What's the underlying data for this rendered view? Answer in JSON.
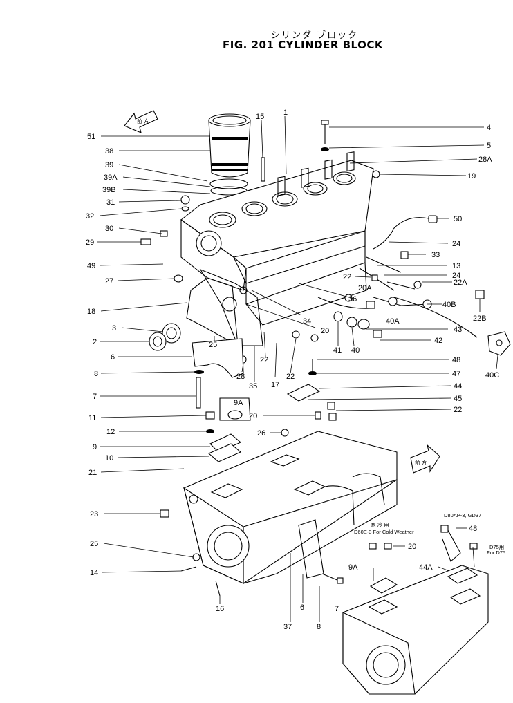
{
  "title": {
    "jp": "シリンダ ブロック",
    "en": "FIG. 201  CYLINDER  BLOCK"
  },
  "direction_marks": [
    "前 方",
    "前 方"
  ],
  "notes": {
    "cold_weather": "D60E-3 For Cold Weather",
    "cold_weather_jp": "寒 冷 用",
    "d80": "D80AP-3, GD37",
    "d75": "D75用",
    "d75_en": "For D75"
  },
  "callouts": [
    {
      "id": "c51",
      "text": "51"
    },
    {
      "id": "c38",
      "text": "38"
    },
    {
      "id": "c39",
      "text": "39"
    },
    {
      "id": "c39a",
      "text": "39A"
    },
    {
      "id": "c39b",
      "text": "39B"
    },
    {
      "id": "c31",
      "text": "31"
    },
    {
      "id": "c32",
      "text": "32"
    },
    {
      "id": "c30",
      "text": "30"
    },
    {
      "id": "c29",
      "text": "29"
    },
    {
      "id": "c49",
      "text": "49"
    },
    {
      "id": "c27",
      "text": "27"
    },
    {
      "id": "c18",
      "text": "18"
    },
    {
      "id": "c3",
      "text": "3"
    },
    {
      "id": "c2",
      "text": "2"
    },
    {
      "id": "c6",
      "text": "6"
    },
    {
      "id": "c8",
      "text": "8"
    },
    {
      "id": "c7",
      "text": "7"
    },
    {
      "id": "c11",
      "text": "11"
    },
    {
      "id": "c12",
      "text": "12"
    },
    {
      "id": "c9",
      "text": "9"
    },
    {
      "id": "c10",
      "text": "10"
    },
    {
      "id": "c21",
      "text": "21"
    },
    {
      "id": "c23",
      "text": "23"
    },
    {
      "id": "c25b",
      "text": "25"
    },
    {
      "id": "c14",
      "text": "14"
    },
    {
      "id": "c16",
      "text": "16"
    },
    {
      "id": "c37",
      "text": "37"
    },
    {
      "id": "c6b",
      "text": "6"
    },
    {
      "id": "c8b",
      "text": "8"
    },
    {
      "id": "c7b",
      "text": "7"
    },
    {
      "id": "c15",
      "text": "15"
    },
    {
      "id": "c1",
      "text": "1"
    },
    {
      "id": "c4",
      "text": "4"
    },
    {
      "id": "c5",
      "text": "5"
    },
    {
      "id": "c28a",
      "text": "28A"
    },
    {
      "id": "c19",
      "text": "19"
    },
    {
      "id": "c50",
      "text": "50"
    },
    {
      "id": "c24a",
      "text": "24"
    },
    {
      "id": "c33",
      "text": "33"
    },
    {
      "id": "c13",
      "text": "13"
    },
    {
      "id": "c24b",
      "text": "24"
    },
    {
      "id": "c22a",
      "text": "22"
    },
    {
      "id": "c22ra",
      "text": "22A"
    },
    {
      "id": "c20a",
      "text": "20A"
    },
    {
      "id": "c36",
      "text": "36"
    },
    {
      "id": "c40a",
      "text": "40A"
    },
    {
      "id": "c40b",
      "text": "40B"
    },
    {
      "id": "c22b",
      "text": "22B"
    },
    {
      "id": "c43",
      "text": "43"
    },
    {
      "id": "c42",
      "text": "42"
    },
    {
      "id": "c40c",
      "text": "40C"
    },
    {
      "id": "c34",
      "text": "34"
    },
    {
      "id": "c20b",
      "text": "20"
    },
    {
      "id": "c41",
      "text": "41"
    },
    {
      "id": "c40",
      "text": "40"
    },
    {
      "id": "c25",
      "text": "25"
    },
    {
      "id": "c28",
      "text": "28"
    },
    {
      "id": "c35",
      "text": "35"
    },
    {
      "id": "c22c",
      "text": "22"
    },
    {
      "id": "c17",
      "text": "17"
    },
    {
      "id": "c22d",
      "text": "22"
    },
    {
      "id": "c48",
      "text": "48"
    },
    {
      "id": "c47",
      "text": "47"
    },
    {
      "id": "c44",
      "text": "44"
    },
    {
      "id": "c45",
      "text": "45"
    },
    {
      "id": "c22e",
      "text": "22"
    },
    {
      "id": "c20c",
      "text": "20"
    },
    {
      "id": "c26",
      "text": "26"
    },
    {
      "id": "c9a",
      "text": "9A"
    },
    {
      "id": "c48b",
      "text": "48"
    },
    {
      "id": "c20d",
      "text": "20"
    },
    {
      "id": "c9ab",
      "text": "9A"
    },
    {
      "id": "c44a",
      "text": "44A"
    }
  ]
}
